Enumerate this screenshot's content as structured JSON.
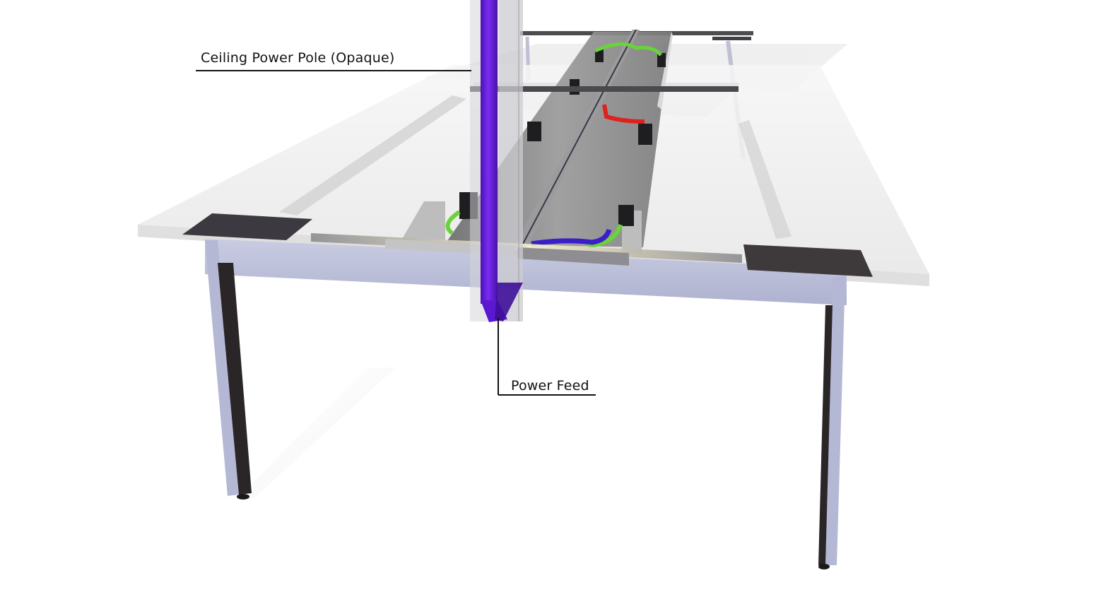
{
  "diagram": {
    "subject": "Benching desk with central wire trough",
    "callouts": [
      {
        "id": "ceiling-power-pole",
        "label": "Ceiling Power Pole (Opaque)"
      },
      {
        "id": "power-feed",
        "label": "Power Feed"
      }
    ],
    "colors": {
      "background": "#ffffff",
      "desktop": "#ececec",
      "frame": "#b4b8d4",
      "leg_dark": "#2a2628",
      "bracket": "#3c3a3e",
      "trough": "#8a8a8a",
      "power_pole": "#6a1ee0",
      "cable_green": "#6ad33a",
      "cable_red": "#e0201e",
      "cable_blue": "#3a1ec8",
      "leader_line": "#111111"
    }
  }
}
